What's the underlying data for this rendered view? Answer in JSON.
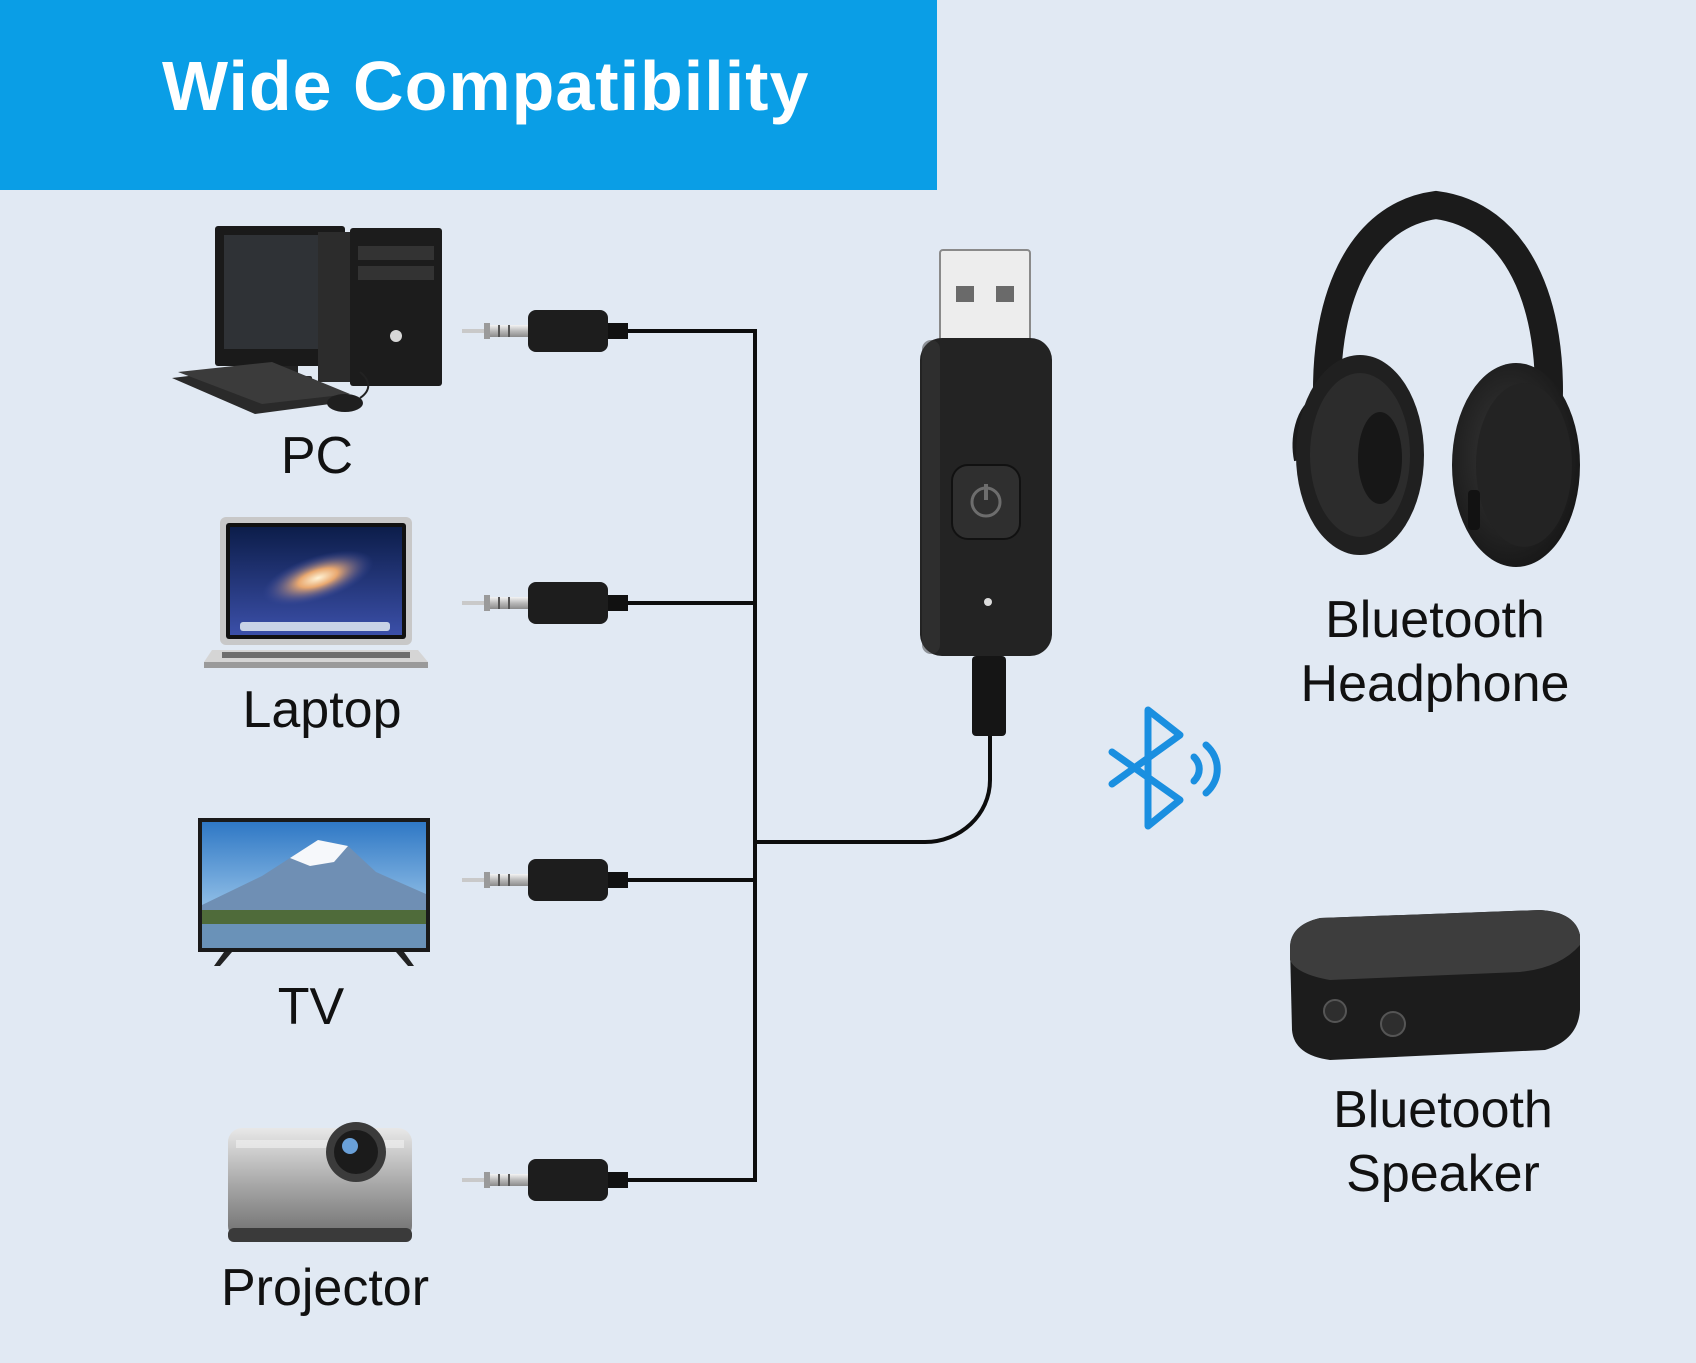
{
  "banner": {
    "title": "Wide Compatibility",
    "color": "#0a9ee6"
  },
  "sources": [
    {
      "label": "PC",
      "icon": "desktop-pc-icon"
    },
    {
      "label": "Laptop",
      "icon": "laptop-icon"
    },
    {
      "label": "TV",
      "icon": "tv-icon"
    },
    {
      "label": "Projector",
      "icon": "projector-icon"
    }
  ],
  "adapter": {
    "icon": "usb-bluetooth-adapter-icon"
  },
  "wireless": {
    "icon": "bluetooth-icon",
    "color": "#1a8fe0"
  },
  "targets": [
    {
      "label_line1": "Bluetooth",
      "label_line2": "Headphone",
      "icon": "headphone-icon"
    },
    {
      "label_line1": "Bluetooth",
      "label_line2": "Speaker",
      "icon": "speaker-icon"
    }
  ]
}
